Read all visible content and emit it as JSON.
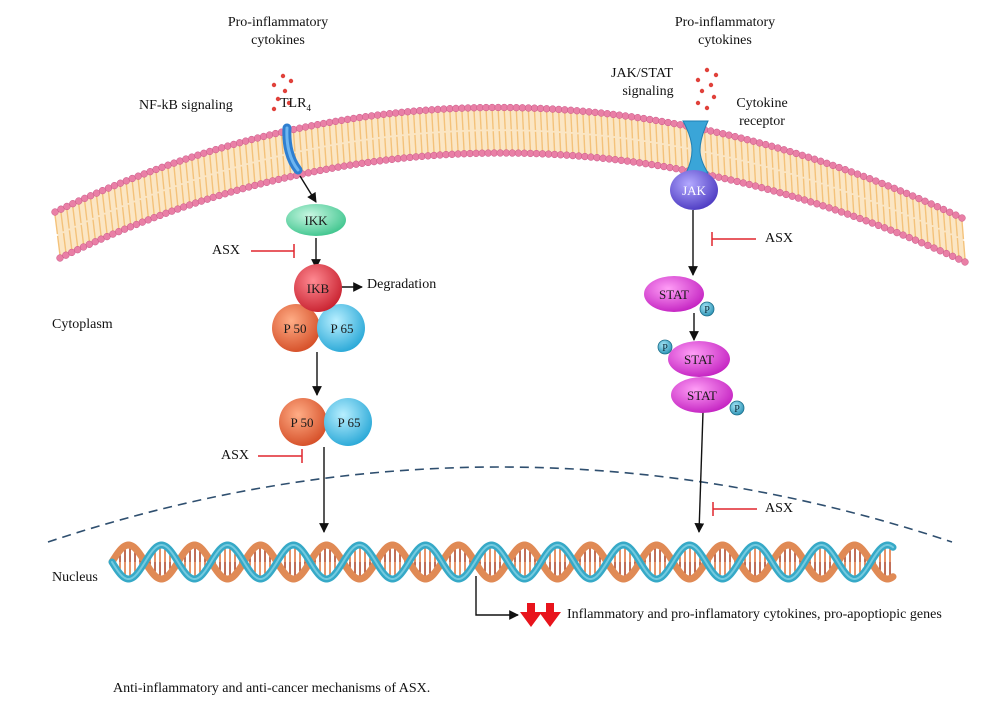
{
  "labels": {
    "cytokines_left_1": "Pro-inflammatory",
    "cytokines_left_2": "cytokines",
    "cytokines_right_1": "Pro-inflammatory",
    "cytokines_right_2": "cytokines",
    "nfkb_signaling": "NF-kB signaling",
    "tlr": "TLR",
    "tlr_sub": "4",
    "jakstat_1": "JAK/STAT",
    "jakstat_2": "signaling",
    "receptor_1": "Cytokine",
    "receptor_2": "receptor",
    "cytoplasm": "Cytoplasm",
    "nucleus": "Nucleus",
    "degradation": "Degradation",
    "asx_1": "ASX",
    "asx_2": "ASX",
    "asx_3": "ASX",
    "asx_4": "ASX",
    "outcome": "Inflammatory and pro-inflamatory cytokines, pro-apoptiopic genes",
    "caption": "Anti-inflammatory and anti-cancer mechanisms of ASX."
  },
  "molecules": {
    "ikk": "IKK",
    "ikb": "IKB",
    "p50_a": "P 50",
    "p65_a": "P 65",
    "p50_b": "P 50",
    "p65_b": "P 65",
    "jak": "JAK",
    "stat_1": "STAT",
    "stat_2": "STAT",
    "stat_3": "STAT",
    "phos_1": "P",
    "phos_2": "P",
    "phos_3": "P"
  },
  "colors": {
    "membrane_head": "#e97fa6",
    "membrane_tail": "#f4c27a",
    "ikk": "#5fd9a6",
    "ikb": "#e0323e",
    "p50": "#e8633a",
    "p65": "#45c3ec",
    "jak": "#6a5ad8",
    "stat": "#df3bd6",
    "phos": "#3aa7c8",
    "inhibitor": "#e0262e",
    "dna_blue": "#36a9c7",
    "dna_orange": "#e08a55",
    "down_arrow": "#e8141c"
  }
}
